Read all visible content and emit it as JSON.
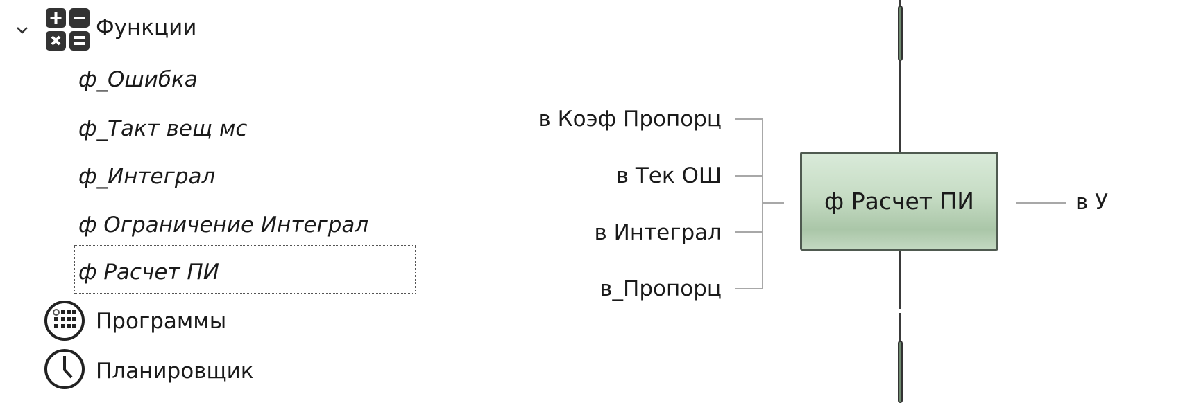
{
  "tree": {
    "functions": {
      "label": "Функции",
      "icon": "calculator-icon",
      "expanded": true,
      "items": [
        {
          "label": "ф_Ошибка"
        },
        {
          "label": "ф_Такт вещ мс"
        },
        {
          "label": "ф_Интеграл"
        },
        {
          "label": "ф Ограничение Интеграл"
        },
        {
          "label": "ф Расчет ПИ",
          "selected": true
        }
      ]
    },
    "programs": {
      "label": "Программы",
      "icon": "programs-grid-icon"
    },
    "scheduler": {
      "label": "Планировщик",
      "icon": "clock-icon"
    }
  },
  "diagram": {
    "block": {
      "label": "ф Расчет ПИ",
      "fill": "#c6dcc4"
    },
    "inputs": [
      {
        "label": "в Коэф Пропорц"
      },
      {
        "label": "в Тек ОШ"
      },
      {
        "label": "в Интеграл"
      },
      {
        "label": "в_Пропорц"
      }
    ],
    "output": {
      "label": "в У"
    }
  }
}
